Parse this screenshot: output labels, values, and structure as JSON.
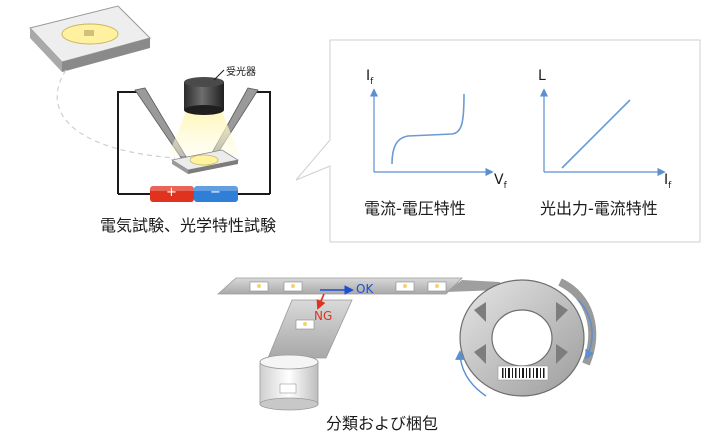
{
  "labels": {
    "detector": "受光器",
    "plus": "+",
    "minus": "−",
    "caption_tests": "電気試験、光学特性試験",
    "caption_iv": "電流-電圧特性",
    "caption_li": "光出力-電流特性",
    "caption_sort": "分類および梱包",
    "ok": "OK",
    "ng": "NG"
  },
  "axes": {
    "iv_y": "I",
    "iv_y_sub": "f",
    "iv_x": "V",
    "iv_x_sub": "f",
    "li_y": "L",
    "li_x": "I",
    "li_x_sub": "f"
  },
  "colors": {
    "axis_blue": "#5a8fd0",
    "curve_blue": "#6a9bd6",
    "battery_red": "#e0331f",
    "battery_blue": "#2f7fd6",
    "ok_blue": "#1f4fcf",
    "ng_red": "#e0331f",
    "glow_yellow": "#fff3a0"
  }
}
